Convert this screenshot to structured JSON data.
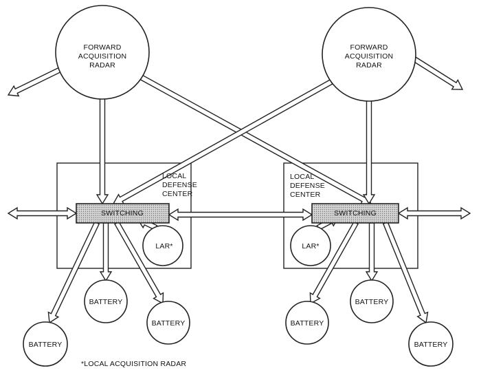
{
  "labels": {
    "far_left": [
      "FORWARD",
      "ACQUISITION",
      "RADAR"
    ],
    "far_right": [
      "FORWARD",
      "ACQUISITION",
      "RADAR"
    ],
    "ldc_left": [
      "LOCAL",
      "DEFENSE",
      "CENTER"
    ],
    "ldc_right": [
      "LOCAL",
      "DEFENSE",
      "CENTER"
    ],
    "switching": "SWITCHING",
    "lar": "LAR*",
    "battery": "BATTERY",
    "footnote": "*LOCAL ACQUISITION RADAR"
  }
}
